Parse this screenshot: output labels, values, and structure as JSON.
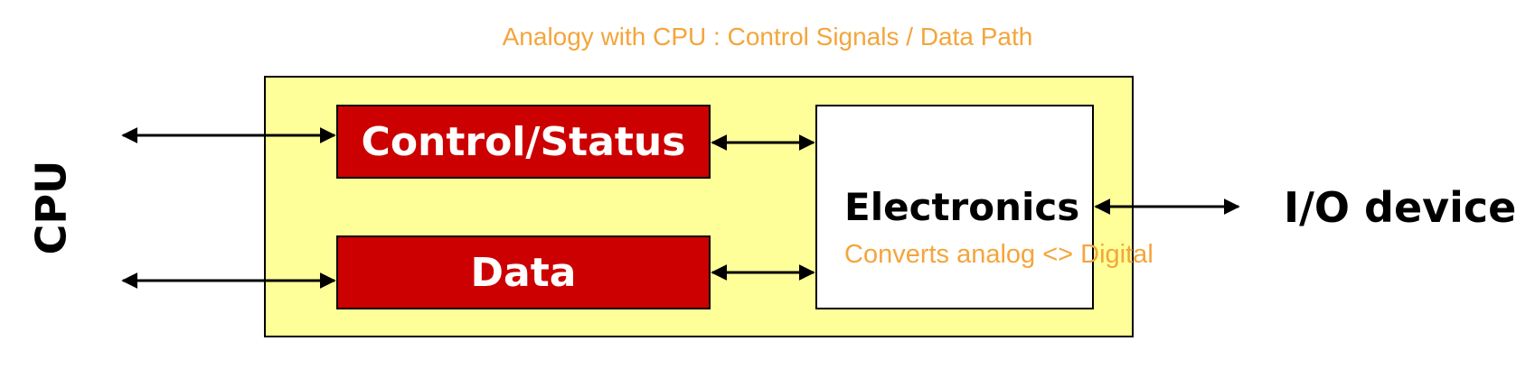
{
  "caption": "Analogy with CPU : Control Signals / Data Path",
  "blocks": {
    "control_status": "Control/Status",
    "data": "Data",
    "electronics": "Electronics",
    "electronics_caption": "Converts analog <> Digital"
  },
  "endpoints": {
    "cpu": "CPU",
    "io_device": "I/O device"
  },
  "colors": {
    "controller_fill": "#ffff99",
    "register_fill": "#cc0000",
    "caption_orange": "#f4a53b"
  }
}
